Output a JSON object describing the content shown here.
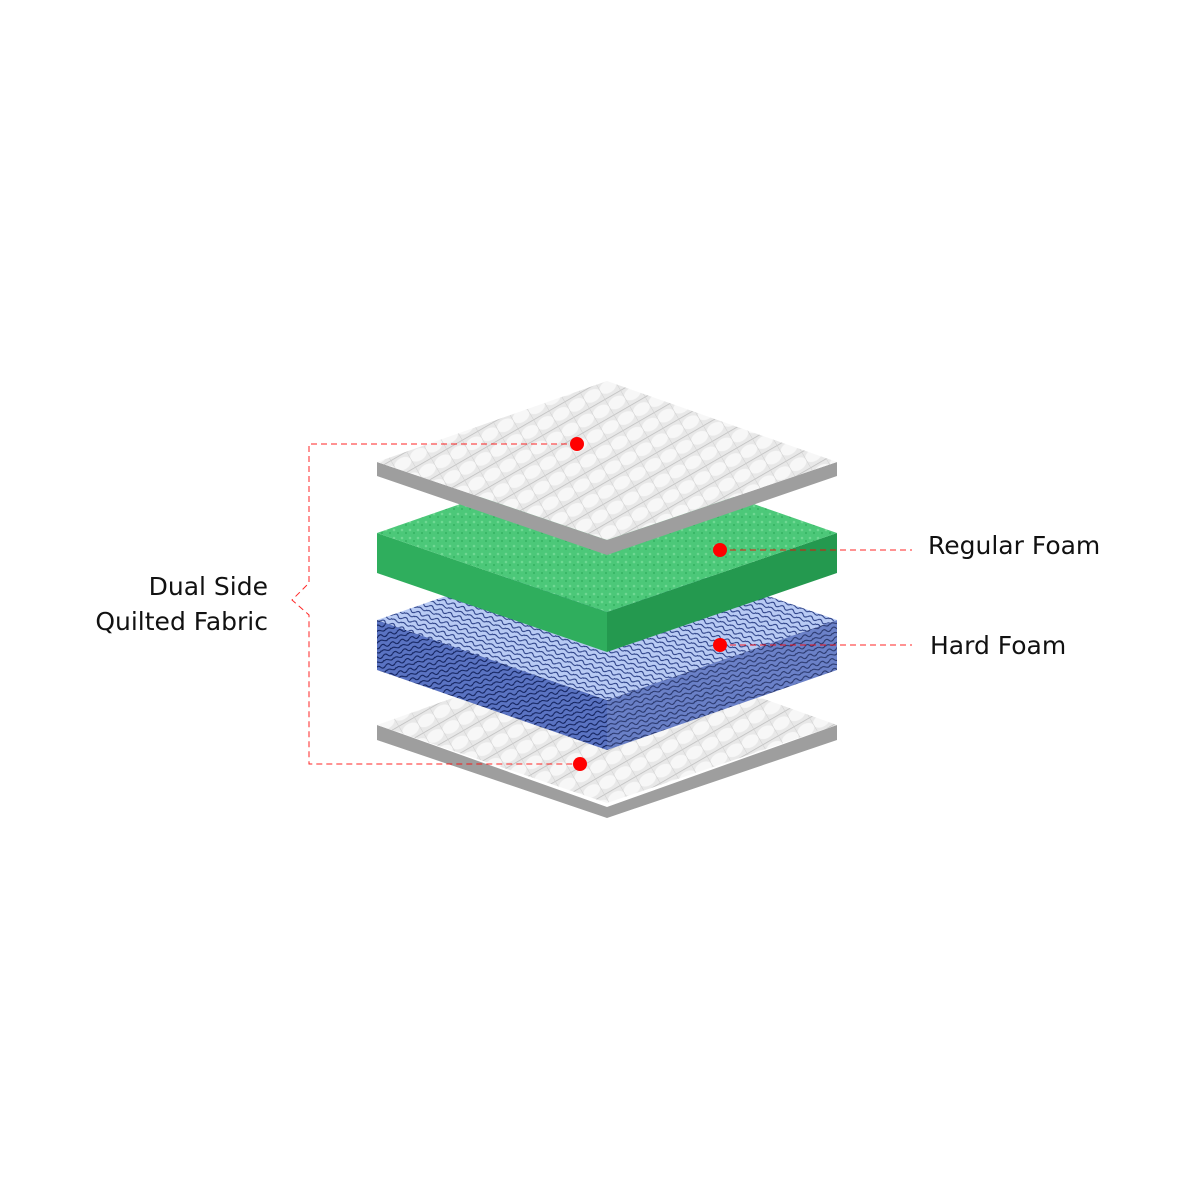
{
  "labels": {
    "regular_foam": "Regular Foam",
    "hard_foam": "Hard Foam",
    "dual_side_line1": "Dual Side",
    "dual_side_line2": "Quilted Fabric"
  },
  "colors": {
    "fabric_top": "#e6e6e6",
    "fabric_side": "#9e9e9e",
    "regular_foam_top": "#4cc879",
    "regular_foam_side": "#2aa356",
    "hard_foam_top": "#b6c8f2",
    "hard_foam_side": "#4b64b4",
    "callout": "#ff0000"
  }
}
